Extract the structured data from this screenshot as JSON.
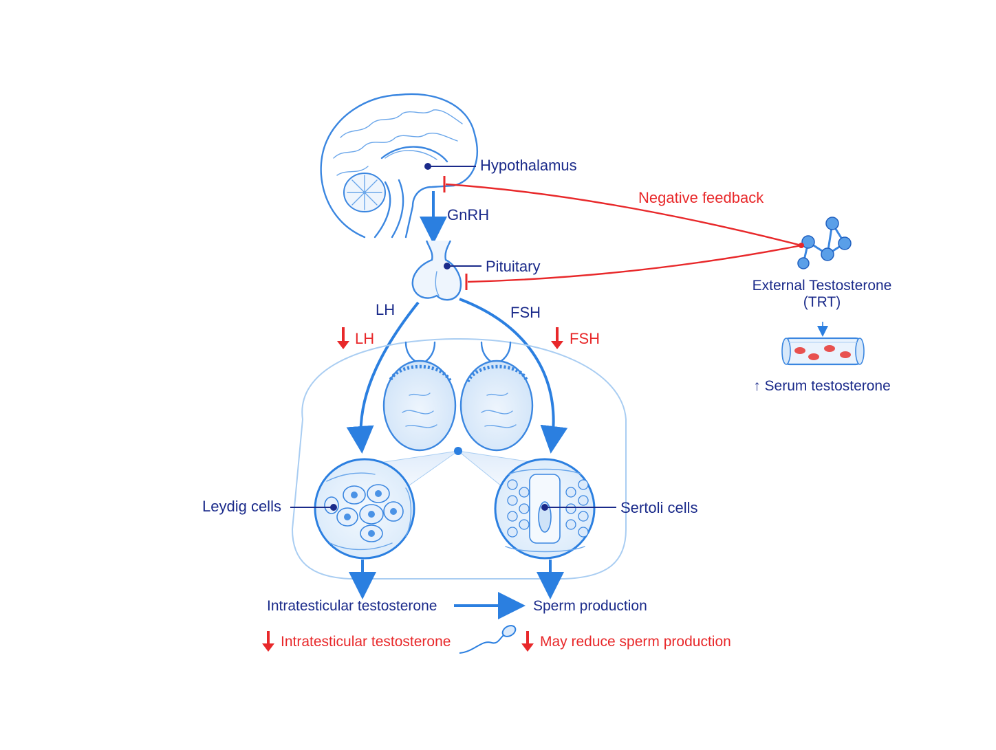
{
  "labels": {
    "hypothalamus": "Hypothalamus",
    "gnrh": "GnRH",
    "pituitary": "Pituitary",
    "negative_feedback": "Negative feedback",
    "external_testosterone": "External Testosterone",
    "trt": "(TRT)",
    "serum_testosterone": "↑ Serum testosterone",
    "lh": "LH",
    "fsh": "FSH",
    "lh_down": "LH",
    "fsh_down": "FSH",
    "leydig_cells": "Leydig cells",
    "sertoli_cells": "Sertoli cells",
    "intratesticular_testosterone": "Intratesticular testosterone",
    "sperm_production": "Sperm production",
    "intratesticular_down": "Intratesticular testosterone",
    "reduce_sperm": "May reduce sperm production"
  },
  "colors": {
    "dark_blue": "#1a2a8a",
    "accent_blue": "#2b7fe0",
    "red": "#e8282a",
    "outline_light": "#a9cdf2"
  },
  "icons": [
    "brain-icon",
    "pituitary-icon",
    "testes-icon",
    "molecule-icon",
    "blood-vessel-icon",
    "sperm-icon",
    "down-arrow-icon"
  ]
}
